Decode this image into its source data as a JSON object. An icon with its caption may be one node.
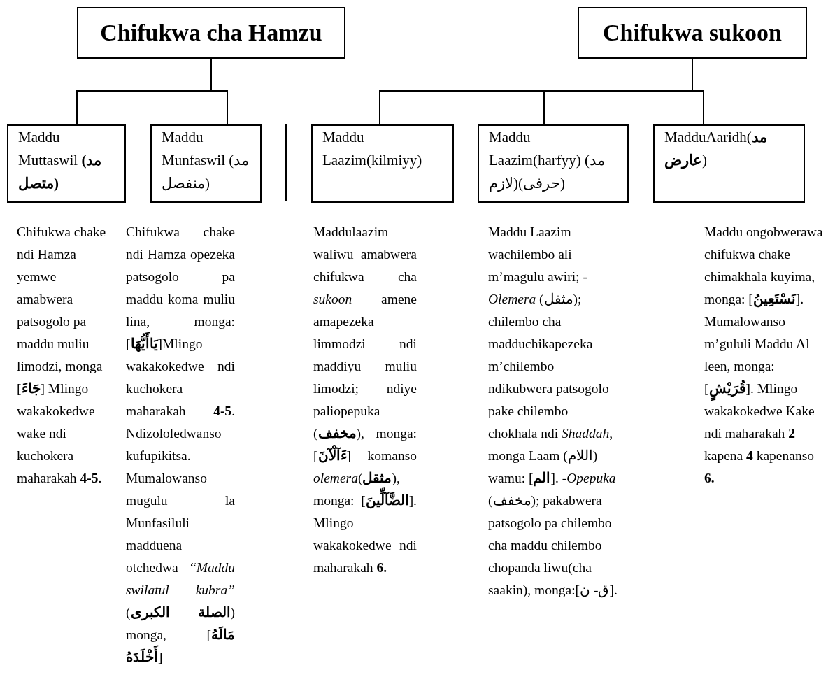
{
  "diagram": {
    "nodes": [
      {
        "text": [
          "Chifukwa cha Hamzu"
        ]
      },
      {
        "text": [
          "Chifukwa sukoon"
        ]
      },
      {
        "text": [
          "Maddu Muttaswil **(مد متصل)**"
        ],
        "beside": [
          "Chifukwa chake ndi Hamza yemwe amabwera patsogolo pa maddu muliu limodzi, monga [**جَاءَ**] Mlingo wakakokedwe wake ndi kuchokera maharakah **4-5**."
        ]
      },
      {
        "text": [
          "Maddu Munfaswil (مد منفصل)"
        ],
        "beside": [
          "Chifukwa chake ndi Hamza opezeka patsogolo pa maddu koma muliu lina, monga:[**يَاأَيُّهَا**]Mlingo wakakokedwe ndi kuchokera maharakah **4-5**. Ndizololedwanso kufupikitsa. Mumalowanso mugulu la Munfasiluli madduena otchedwa “*Maddu swilatul kubra”* (**الصلة الكبرى**) monga, [**مَالَهُ أَخْلَدَهُ**]"
        ]
      },
      {
        "text": [
          "Maddu Laazim(kilmiyy)"
        ],
        "beside": [
          "Maddulaazim waliwu amabwera chifukwa cha *sukoon* amene amapezeka limmodzi ndi maddiyu muliu limodzi; ndiye paliopepuka (**مخفف**), monga: [**ءَآلْآنَ**] komanso *olemera*(**مثقل**), monga: [**الضَّآلِّينَ**]. Mlingo wakakokedwe ndi maharakah **6.**"
        ]
      },
      {
        "text": [
          "Maddu Laazim(harfyy) (مد لازم)(حرفى)"
        ],
        "beside": [
          "Maddu Laazim wachilembo ali m’magulu awiri; -*Olemera* (مثقل); chilembo cha madduchikapezeka m’chilembo ndikubwera patsogolo pake chilembo chokhala ndi *Shaddah*, monga Laam (اللام) wamu: [**الم**]. -*Opepuka* (مخفف); pakabwera patsogolo pa chilembo cha maddu chilembo chopanda liwu(cha saakin), monga:[ق- ن]."
        ]
      },
      {
        "text": [
          "MadduAaridh(**مد عارض**)"
        ],
        "beside": [
          "Maddu ongobwerawa chifukwa chake chimakhala kuyima, monga: [**نَسْتَعِينُ**]. Mumalowanso m’gululi Maddu Al leen, monga: [**قُرَيْشٍ**]. Mlingo wakakokedwe Kake ndi maharakah **2** kapena **4** kapenanso **6.**"
        ]
      }
    ],
    "edges": [
      {
        "from": 0,
        "to": 2,
        "arrow": "none"
      },
      {
        "from": 0,
        "to": 3,
        "arrow": "none"
      },
      {
        "from": 1,
        "to": 4,
        "arrow": "none"
      },
      {
        "from": 1,
        "to": 5,
        "arrow": "none"
      },
      {
        "from": 1,
        "to": 6,
        "arrow": "none"
      }
    ]
  }
}
